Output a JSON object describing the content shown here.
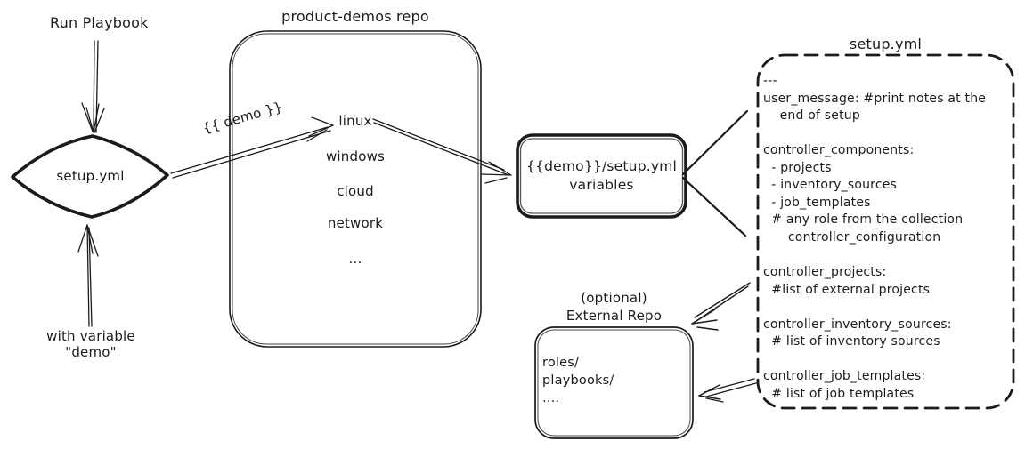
{
  "colors": {
    "ink": "#1b1b1b",
    "bg": "#ffffff"
  },
  "flow": {
    "run_playbook_label": "Run Playbook",
    "with_variable_label_line1": "with variable",
    "with_variable_label_line2": "\"demo\"",
    "diamond_label": "setup.yml",
    "demo_arrow_label": "{{ demo }}"
  },
  "product_demos_repo": {
    "title": "product-demos repo",
    "items": [
      "linux",
      "windows",
      "cloud",
      "network",
      "..."
    ]
  },
  "variables_box": {
    "line1": "{{demo}}/setup.yml",
    "line2": "variables"
  },
  "setup_yml_box": {
    "title": "setup.yml",
    "code_lines": [
      "---",
      "user_message: #print notes at the",
      "    end of setup",
      "",
      "controller_components:",
      "  - projects",
      "  - inventory_sources",
      "  - job_templates",
      "  # any role from the collection",
      "      controller_configuration",
      "",
      "controller_projects:",
      "  #list of external projects",
      "",
      "controller_inventory_sources:",
      "  # list of inventory sources",
      "",
      "controller_job_templates:",
      "  # list of job templates"
    ]
  },
  "external_repo_box": {
    "title_line1": "(optional)",
    "title_line2": "External Repo",
    "code_lines": [
      "roles/",
      "playbooks/",
      "...."
    ]
  }
}
